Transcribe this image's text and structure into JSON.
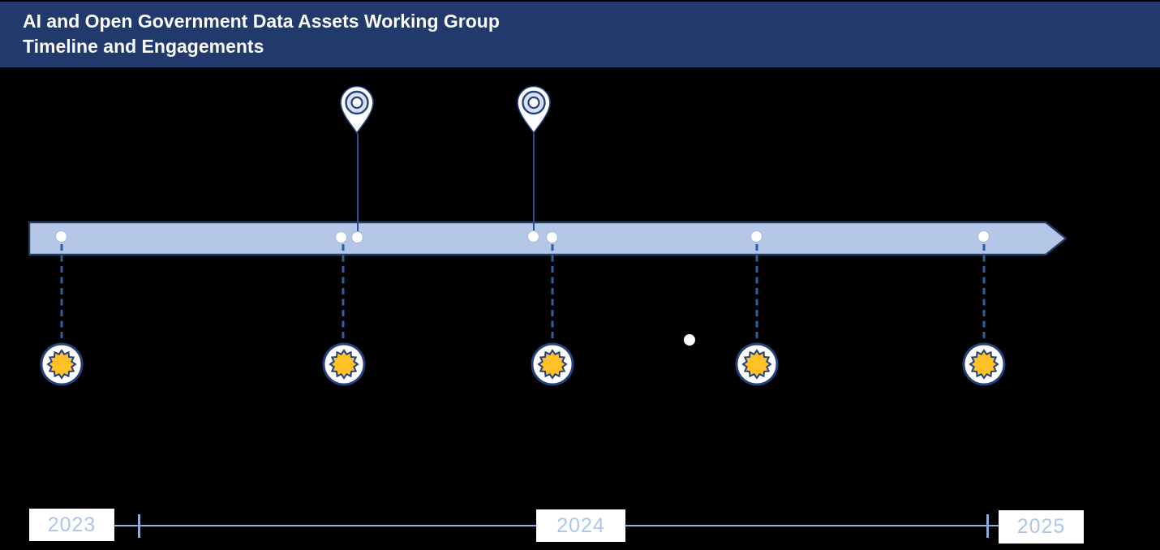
{
  "slide": {
    "title_line1": "AI and Open Government Data Assets Working Group",
    "title_line2": "Timeline and Engagements"
  },
  "timeline": {
    "type": "horizontal-arrow-band",
    "direction": "left-to-right",
    "band_node_dot_count": 7,
    "pin_markers_above": 2,
    "milestone_markers_below": 5,
    "milestones": [
      {
        "icon": "starburst-icon"
      },
      {
        "icon": "starburst-icon"
      },
      {
        "icon": "starburst-icon"
      },
      {
        "icon": "starburst-icon"
      },
      {
        "icon": "starburst-icon"
      }
    ],
    "pins": [
      {
        "icon": "map-pin-icon"
      },
      {
        "icon": "map-pin-icon"
      }
    ]
  },
  "axis": {
    "years": [
      {
        "label": "2023"
      },
      {
        "label": "2024"
      },
      {
        "label": "2025"
      }
    ]
  },
  "icons": {
    "map_pin": "map-pin-icon",
    "starburst": "starburst-icon",
    "timeline_node": "timeline-dot",
    "stray": "stray-dot"
  },
  "colors": {
    "background": "#000000",
    "banner_bg": "#21396B",
    "title_text": "#FBFBFB",
    "band_fill": "#B4C7E7",
    "band_border": "#263C66",
    "marker_navy": "#24417E",
    "pin_inner_fill": "#D9E1F2",
    "star_gold": "#FFC125",
    "dashed_connector": "#2E5FA0",
    "solid_connector": "#2A4E8F",
    "axis_line": "#8FAADC",
    "year_text": "#AFC6E9",
    "year_box_bg": "#FFFFFF"
  }
}
